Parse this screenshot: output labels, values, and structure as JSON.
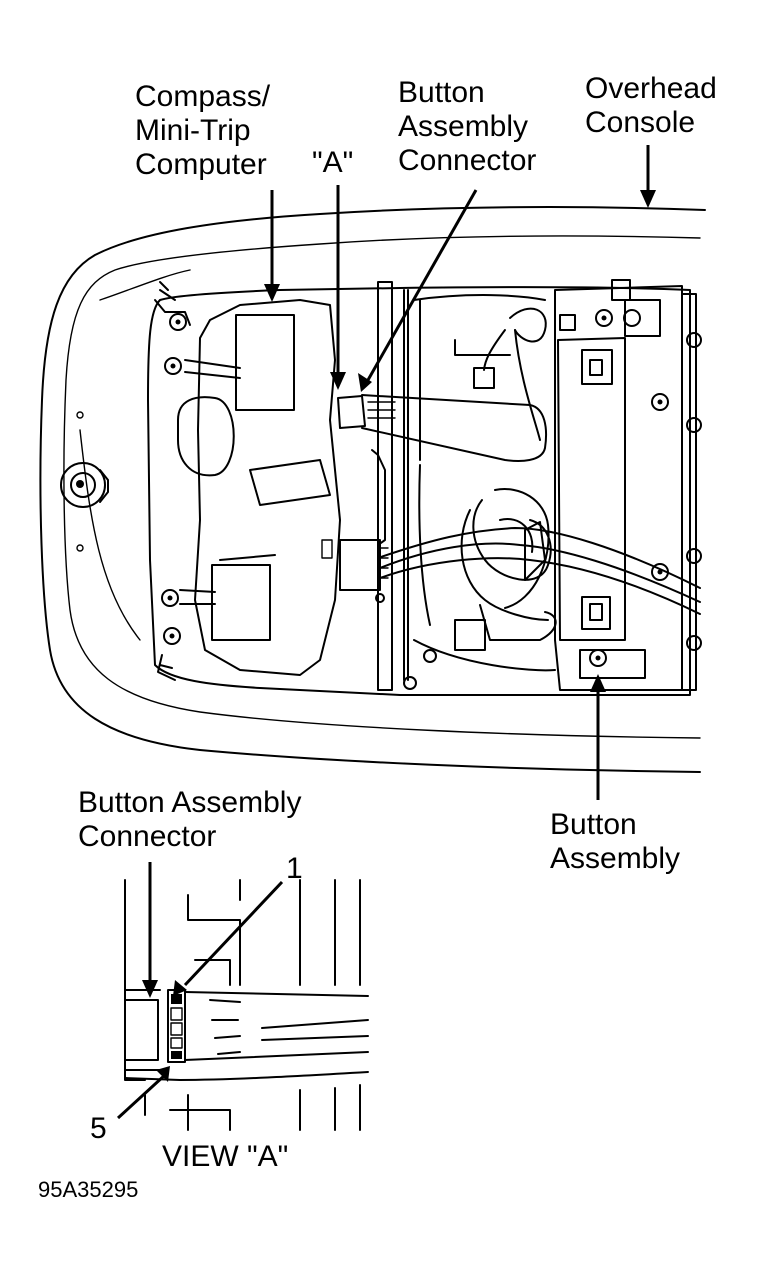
{
  "labels": {
    "compass": [
      "Compass/",
      "Mini-Trip",
      "Computer"
    ],
    "view_a_marker": "\"A\"",
    "button_connector_top": [
      "Button",
      "Assembly",
      "Connector"
    ],
    "overhead_console": [
      "Overhead",
      "Console"
    ],
    "button_assembly": [
      "Button",
      "Assembly"
    ],
    "button_connector_detail": [
      "Button Assembly",
      "Connector"
    ],
    "pin_1": "1",
    "pin_5": "5",
    "view_a_caption": "VIEW \"A\"",
    "figure_code": "95A35295"
  },
  "colors": {
    "ink": "#000000",
    "paper": "#ffffff"
  }
}
